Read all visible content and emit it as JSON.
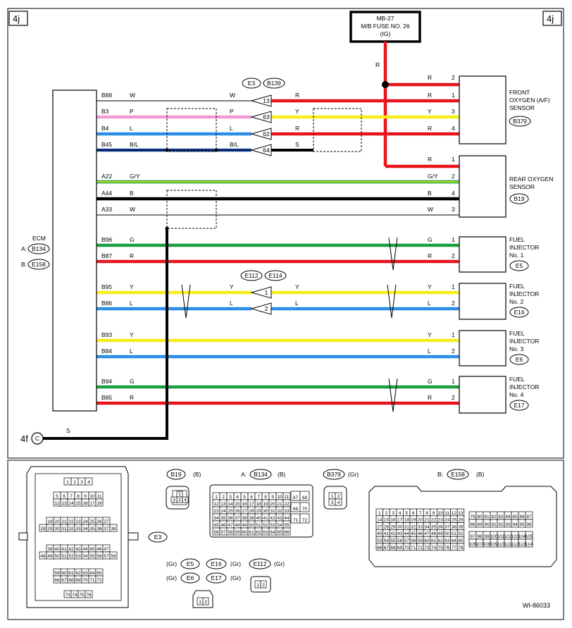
{
  "page": {
    "ref_left": "4j",
    "ref_right": "4j",
    "diagram_id": "WI-86033"
  },
  "fuse": {
    "line1": "MB-27",
    "line2": "M/B FUSE NO. 26",
    "line3": "(IG)"
  },
  "fuse_wire_color": "R",
  "ecm": {
    "name": "ECM",
    "conn_a_prefix": "A:",
    "conn_a": "B134",
    "conn_b_prefix": "B:",
    "conn_b": "E158"
  },
  "junction1": {
    "conn1": "E3",
    "conn2": "B139",
    "pins": [
      "13",
      "63",
      "62",
      "64"
    ]
  },
  "junction2": {
    "conn1": "E112",
    "conn2": "E114",
    "pins": [
      "1",
      "2"
    ]
  },
  "components": {
    "front_o2": {
      "name": [
        "FRONT",
        "OXYGEN (A/F)",
        "SENSOR"
      ],
      "conn": "B379"
    },
    "rear_o2": {
      "name": [
        "REAR OXYGEN",
        "SENSOR"
      ],
      "conn": "B19"
    },
    "inj1": {
      "name": [
        "FUEL",
        "INJECTOR",
        "No. 1"
      ],
      "conn": "E5"
    },
    "inj2": {
      "name": [
        "FUEL",
        "INJECTOR",
        "No. 2"
      ],
      "conn": "E16"
    },
    "inj3": {
      "name": [
        "FUEL",
        "INJECTOR",
        "No. 3"
      ],
      "conn": "E6"
    },
    "inj4": {
      "name": [
        "FUEL",
        "INJECTOR",
        "No. 4"
      ],
      "conn": "E17"
    }
  },
  "ground": {
    "ref": "4f",
    "symbol": "C",
    "wire_color": "S"
  },
  "colors": {
    "R": "#e8141b",
    "P": "#f09ad8",
    "L": "#2a8de8",
    "Y": "#f5ee1a",
    "G": "#1aa043",
    "B": "#000000",
    "W": "#ffffff",
    "BL": "#1a4db0"
  },
  "wires": [
    {
      "pin": "B88",
      "c1": "W",
      "c2": "W",
      "jpin": "13",
      "c3": "R",
      "c4": "R",
      "tpin": "1"
    },
    {
      "pin": "B3",
      "c1": "P",
      "c2": "P",
      "jpin": "63",
      "c3": "Y",
      "c4": "Y",
      "tpin": "3"
    },
    {
      "pin": "B4",
      "c1": "L",
      "c2": "L",
      "jpin": "62",
      "c3": "R",
      "c4": "R",
      "tpin": "4"
    },
    {
      "pin": "B45",
      "c1": "B/L",
      "c2": "B/L",
      "jpin": "64",
      "c3": "S",
      "c4": "",
      "tpin": ""
    },
    {
      "pin": "A22",
      "c1": "G/Y",
      "c4": "G/Y",
      "tpin": "2"
    },
    {
      "pin": "A44",
      "c1": "B",
      "c4": "B",
      "tpin": "4"
    },
    {
      "pin": "A33",
      "c1": "W",
      "c4": "W",
      "tpin": "3"
    },
    {
      "pin": "B96",
      "c1": "G",
      "c4": "G",
      "tpin": "1"
    },
    {
      "pin": "B87",
      "c1": "R",
      "c4": "R",
      "tpin": "2"
    },
    {
      "pin": "B95",
      "c1": "Y",
      "c2": "Y",
      "jpin": "1",
      "c3": "Y",
      "c4": "Y",
      "tpin": "1"
    },
    {
      "pin": "B86",
      "c1": "L",
      "c2": "L",
      "jpin": "2",
      "c3": "L",
      "c4": "L",
      "tpin": "2"
    },
    {
      "pin": "B93",
      "c1": "Y",
      "c4": "Y",
      "tpin": "1"
    },
    {
      "pin": "B84",
      "c1": "L",
      "c4": "L",
      "tpin": "2"
    },
    {
      "pin": "B94",
      "c1": "G",
      "c4": "G",
      "tpin": "1"
    },
    {
      "pin": "B85",
      "c1": "R",
      "c4": "R",
      "tpin": "2"
    }
  ],
  "front_o2_feed": {
    "color": "R",
    "pin": "2"
  },
  "rear_o2_feed": {
    "color": "R",
    "pin": "1"
  },
  "connectors": {
    "e3": {
      "label": "E3",
      "rows": [
        [
          "1",
          "2",
          "3",
          "4"
        ],
        [
          "5",
          "6",
          "7",
          "8",
          "9",
          "10",
          "11"
        ],
        [
          "12",
          "13",
          "14",
          "15",
          "16",
          "17",
          "18"
        ],
        [
          "19",
          "20",
          "21",
          "22",
          "23",
          "24",
          "25",
          "26",
          "27"
        ],
        [
          "28",
          "29",
          "30",
          "31",
          "32",
          "33",
          "34",
          "35",
          "36",
          "37",
          "38"
        ],
        [
          "39",
          "40",
          "41",
          "42",
          "43",
          "44",
          "45",
          "46",
          "47"
        ],
        [
          "48",
          "49",
          "50",
          "51",
          "52",
          "53",
          "54",
          "55",
          "56",
          "57",
          "58"
        ],
        [
          "59",
          "60",
          "61",
          "62",
          "63",
          "64",
          "65"
        ],
        [
          "66",
          "67",
          "68",
          "69",
          "70",
          "71",
          "72"
        ],
        [
          "73",
          "74",
          "75",
          "76"
        ]
      ]
    },
    "b19": {
      "label": "B19",
      "color": "(B)",
      "pins": [
        "1",
        "2",
        "3",
        "4"
      ]
    },
    "b134": {
      "prefix": "A:",
      "label": "B134",
      "color": "(B)",
      "rows": [
        [
          "1",
          "2",
          "3",
          "4",
          "5",
          "6",
          "7",
          "8",
          "9",
          "10",
          "11"
        ],
        [
          "12",
          "13",
          "14",
          "15",
          "16",
          "17",
          "18",
          "19",
          "20",
          "21",
          "22"
        ],
        [
          "23",
          "24",
          "25",
          "26",
          "27",
          "28",
          "29",
          "30",
          "31",
          "32",
          "33"
        ],
        [
          "34",
          "35",
          "36",
          "37",
          "38",
          "39",
          "40",
          "41",
          "42",
          "43",
          "44"
        ],
        [
          "45",
          "46",
          "47",
          "48",
          "49",
          "50",
          "51",
          "52",
          "53",
          "54",
          "55"
        ],
        [
          "56",
          "57",
          "58",
          "59",
          "60",
          "61",
          "62",
          "63",
          "64",
          "65",
          "66"
        ]
      ],
      "side": [
        [
          "67",
          "68"
        ],
        [
          "69",
          "70"
        ],
        [
          "71",
          "72"
        ]
      ]
    },
    "b379": {
      "label": "B379",
      "color": "(Gr)",
      "pins": [
        "1",
        "2",
        "3",
        "4"
      ]
    },
    "e158": {
      "prefix": "B:",
      "label": "E158",
      "color": "(B)",
      "rows": [
        [
          "1",
          "2",
          "3",
          "4",
          "5",
          "6",
          "7",
          "8",
          "9",
          "10",
          "11",
          "12",
          "13"
        ],
        [
          "14",
          "15",
          "16",
          "17",
          "18",
          "19",
          "20",
          "21",
          "22",
          "23",
          "24",
          "25",
          "26"
        ],
        [
          "27",
          "28",
          "29",
          "30",
          "31",
          "32",
          "33",
          "34",
          "35",
          "36",
          "37",
          "38",
          "39"
        ],
        [
          "40",
          "41",
          "42",
          "43",
          "44",
          "45",
          "46",
          "47",
          "48",
          "49",
          "50",
          "51",
          "52"
        ],
        [
          "53",
          "54",
          "55",
          "56",
          "57",
          "58",
          "59",
          "60",
          "61",
          "62",
          "63",
          "64",
          "65"
        ],
        [
          "66",
          "67",
          "68",
          "69",
          "70",
          "71",
          "72",
          "73",
          "74",
          "75",
          "76",
          "77",
          "78"
        ]
      ],
      "right_top": [
        [
          "79",
          "80",
          "81",
          "82",
          "83",
          "84",
          "85",
          "86",
          "87"
        ],
        [
          "88",
          "89",
          "90",
          "91",
          "92",
          "93",
          "94",
          "95",
          "96"
        ]
      ],
      "right_bot": [
        [
          "97",
          "98",
          "99",
          "100",
          "101",
          "102",
          "103",
          "104",
          "105"
        ],
        [
          "106",
          "107",
          "108",
          "109",
          "110",
          "111",
          "112",
          "113",
          "114"
        ]
      ]
    },
    "inj_group": {
      "left_color": "(Gr)",
      "right_color": "(Gr)",
      "labels": [
        "E5",
        "E16",
        "E6",
        "E17"
      ],
      "pins": [
        "1",
        "2"
      ]
    },
    "e112": {
      "label": "E112",
      "color": "(Gr)",
      "pins": [
        "1",
        "2"
      ]
    }
  }
}
